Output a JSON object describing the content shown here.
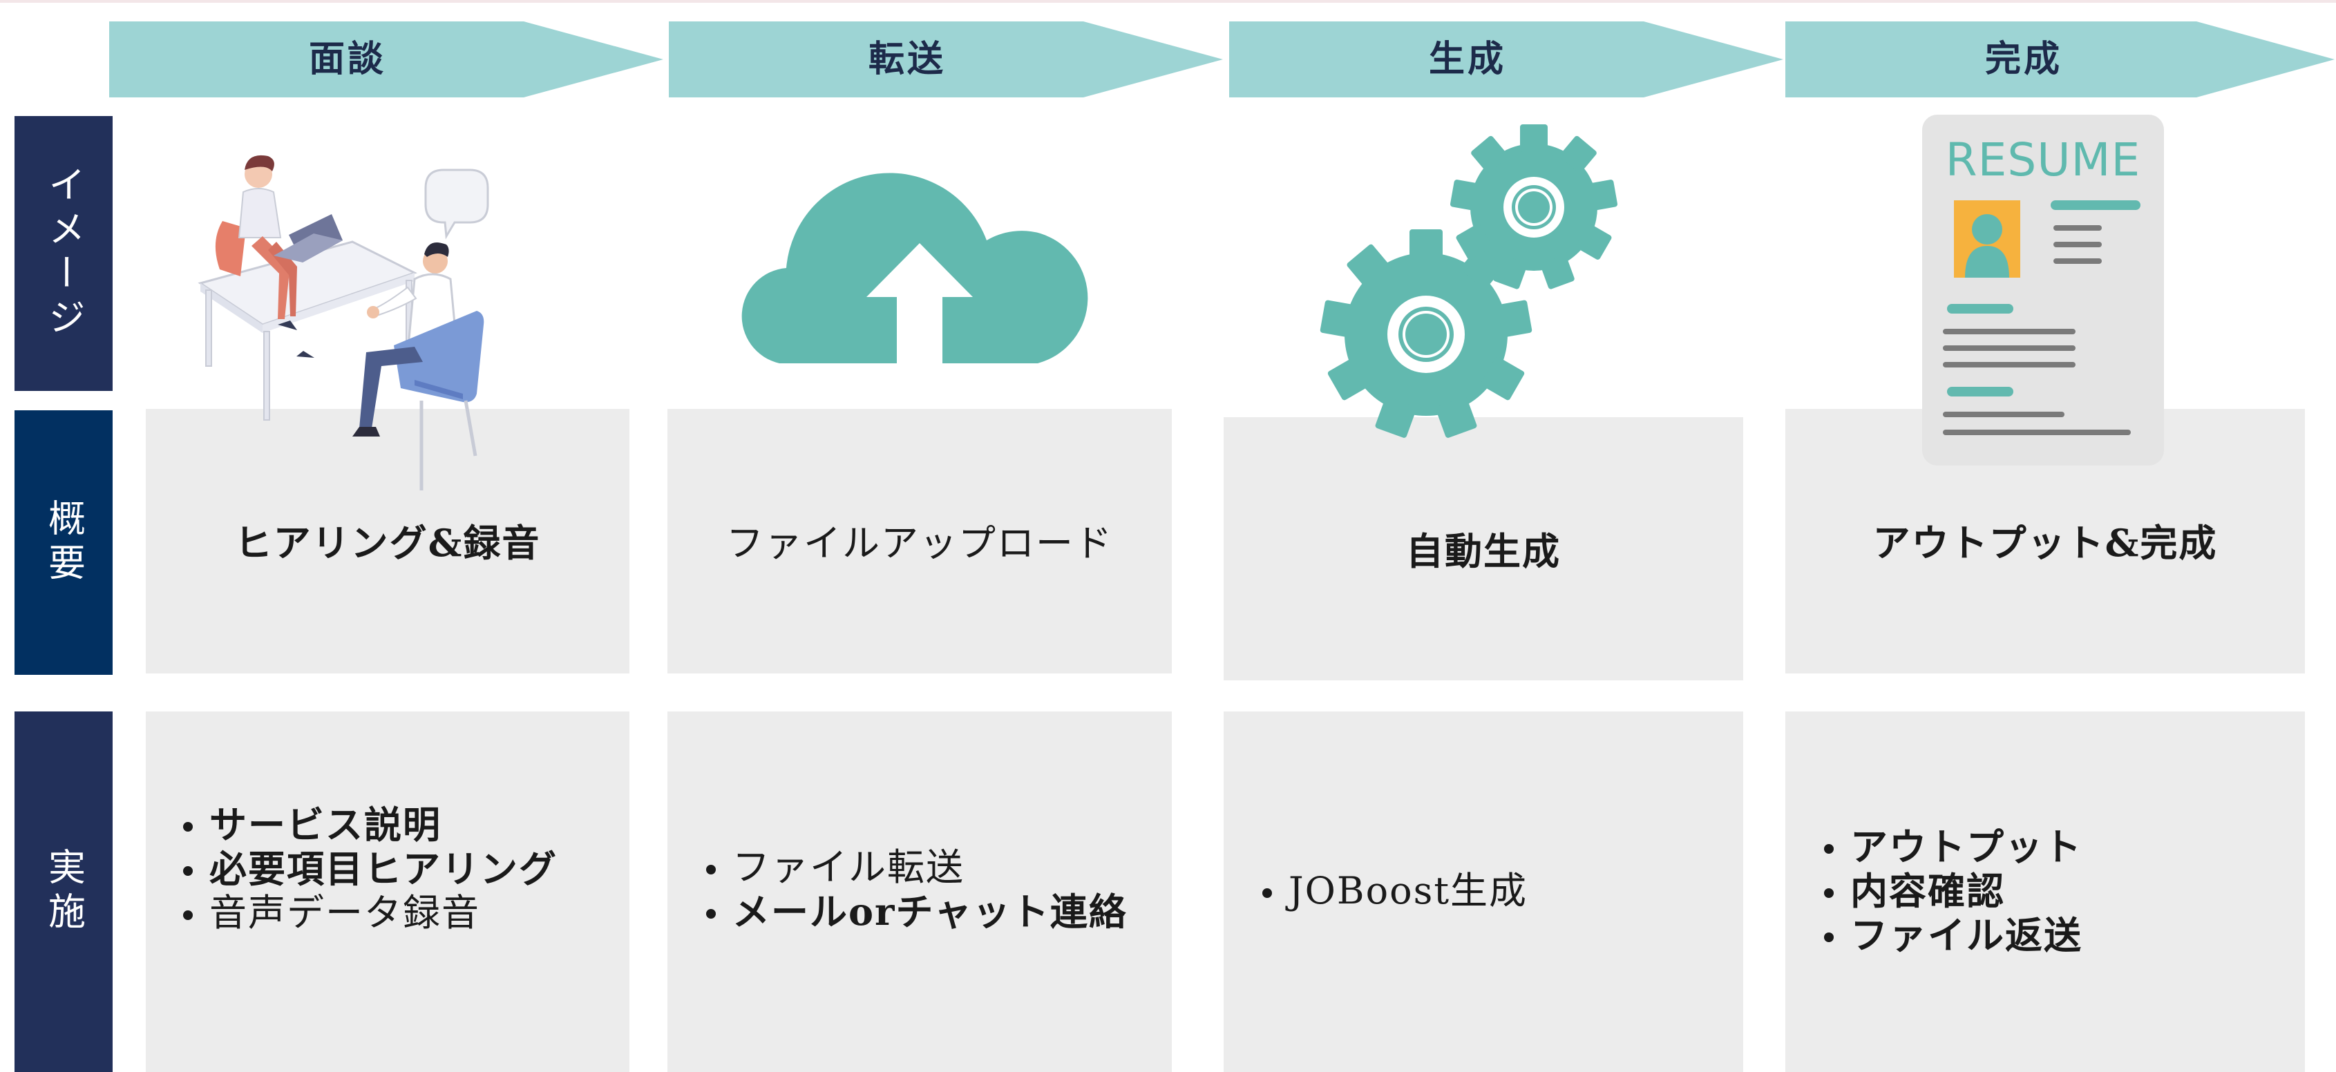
{
  "colors": {
    "header_arrow": "#9dd4d4",
    "row_label_navy": "#22305a",
    "row_label_blue": "#023061",
    "cell_grey": "#ececec",
    "teal_icon": "#62b9af"
  },
  "steps": [
    {
      "label": "面談"
    },
    {
      "label": "転送"
    },
    {
      "label": "生成"
    },
    {
      "label": "完成"
    }
  ],
  "rows": {
    "image": {
      "label": "イメージ"
    },
    "overview": {
      "label": "概要"
    },
    "execution": {
      "label": "実施"
    }
  },
  "overview": [
    {
      "text": "ヒアリング&録音"
    },
    {
      "text": "ファイルアップロード"
    },
    {
      "text": "自動生成"
    },
    {
      "text": "アウトプット&完成"
    }
  ],
  "execution": [
    {
      "items": [
        "サービス説明",
        "必要項目ヒアリング",
        "音声データ録音"
      ]
    },
    {
      "items": [
        "ファイル転送",
        "メールorチャット連絡"
      ]
    },
    {
      "items": [
        "JOBoost生成"
      ]
    },
    {
      "items": [
        "アウトプット",
        "内容確認",
        "ファイル返送"
      ]
    }
  ],
  "images": [
    {
      "icon": "interview-illustration-icon"
    },
    {
      "icon": "cloud-upload-icon"
    },
    {
      "icon": "gears-icon"
    },
    {
      "icon": "resume-document-icon",
      "heading": "RESUME"
    }
  ]
}
